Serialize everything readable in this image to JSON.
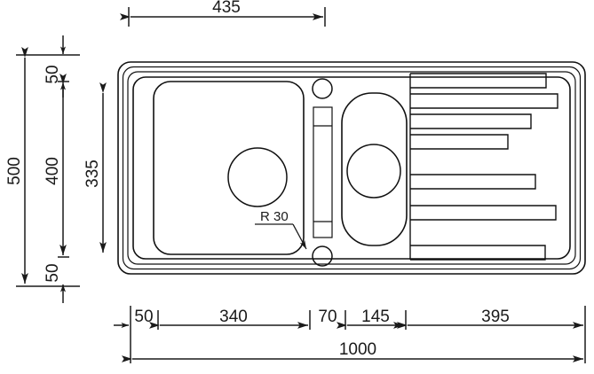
{
  "drawing": {
    "title": "Kitchen sink technical drawing",
    "subject": "inset single-bowl sink with half bowl and right-hand drainer",
    "units": "mm",
    "view": "top plan view"
  },
  "dimensions": {
    "top": [
      {
        "name": "435",
        "label": "435",
        "meaning": "distance from left outer edge to centre of tap ledge"
      }
    ],
    "left": [
      {
        "name": "500",
        "label": "500",
        "meaning": "overall depth of sink"
      },
      {
        "name": "400",
        "label": "400",
        "meaning": "inner bowl depth"
      },
      {
        "name": "335",
        "label": "335",
        "meaning": "bowl opening depth"
      },
      {
        "name": "50-top",
        "label": "50",
        "meaning": "top rim margin"
      },
      {
        "name": "50-bottom",
        "label": "50",
        "meaning": "bottom rim margin"
      }
    ],
    "bottom": [
      {
        "name": "50",
        "label": "50",
        "meaning": "left rim margin"
      },
      {
        "name": "340",
        "label": "340",
        "meaning": "main bowl width"
      },
      {
        "name": "70",
        "label": "70",
        "meaning": "tap ledge width"
      },
      {
        "name": "145",
        "label": "145",
        "meaning": "half bowl width"
      },
      {
        "name": "395",
        "label": "395",
        "meaning": "drainer width"
      },
      {
        "name": "1000",
        "label": "1000",
        "meaning": "overall width of sink"
      }
    ]
  },
  "annotations": [
    {
      "name": "corner-radius",
      "label": "R 30",
      "meaning": "bowl corner radius 30 mm"
    }
  ],
  "features": {
    "main_bowl": {
      "name": "main-bowl",
      "waste_hole": "circular waste outlet"
    },
    "half_bowl": {
      "name": "half-bowl",
      "waste_hole": "circular waste outlet"
    },
    "tap_ledge": {
      "name": "tap-ledge",
      "holes": 2,
      "slot": 1
    },
    "drainer": {
      "name": "drainer",
      "grooves": 7
    }
  },
  "colors": {
    "line": "#111111",
    "text": "#1a1a1a",
    "background": "#ffffff"
  }
}
